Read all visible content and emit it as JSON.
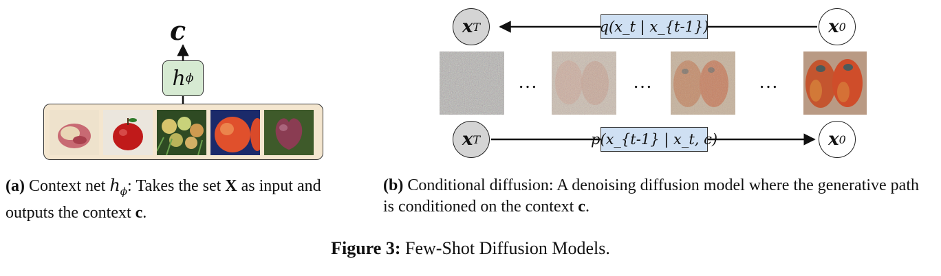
{
  "panel_a": {
    "context_symbol": "c",
    "net_symbol": "h",
    "net_subscript": "ϕ",
    "images": [
      "apple-1",
      "apple-2",
      "apple-3",
      "apple-4",
      "apple-5"
    ]
  },
  "panel_b": {
    "top_left_node": "x",
    "top_left_sub": "T",
    "top_right_node": "x",
    "top_right_sub": "0",
    "bottom_left_node": "x",
    "bottom_left_sub": "T",
    "bottom_right_node": "x",
    "bottom_right_sub": "0",
    "forward_label": "q(x_t | x_{t-1})",
    "reverse_label": "p(x_{t-1} | x_t, c)",
    "ellipsis": "…"
  },
  "captions": {
    "a_tag": "(a)",
    "a_text_1": "Context net ",
    "a_text_2": ": Takes the set ",
    "a_text_3": "X",
    "a_text_4": " as input and outputs the context ",
    "a_text_5": "c",
    "a_text_6": ".",
    "b_tag": "(b)",
    "b_text_1": "Conditional diffusion: A denoising diffusion model where the generative path is conditioned on the context ",
    "b_text_2": "c",
    "b_text_3": ".",
    "figure_tag": "Figure 3:",
    "figure_text": " Few-Shot Diffusion Models."
  },
  "colors": {
    "context_box": "#f4e6cf",
    "net_box": "#d6ead2",
    "label_box": "#cfe0f3",
    "observed_node": "#d4d4d4"
  }
}
